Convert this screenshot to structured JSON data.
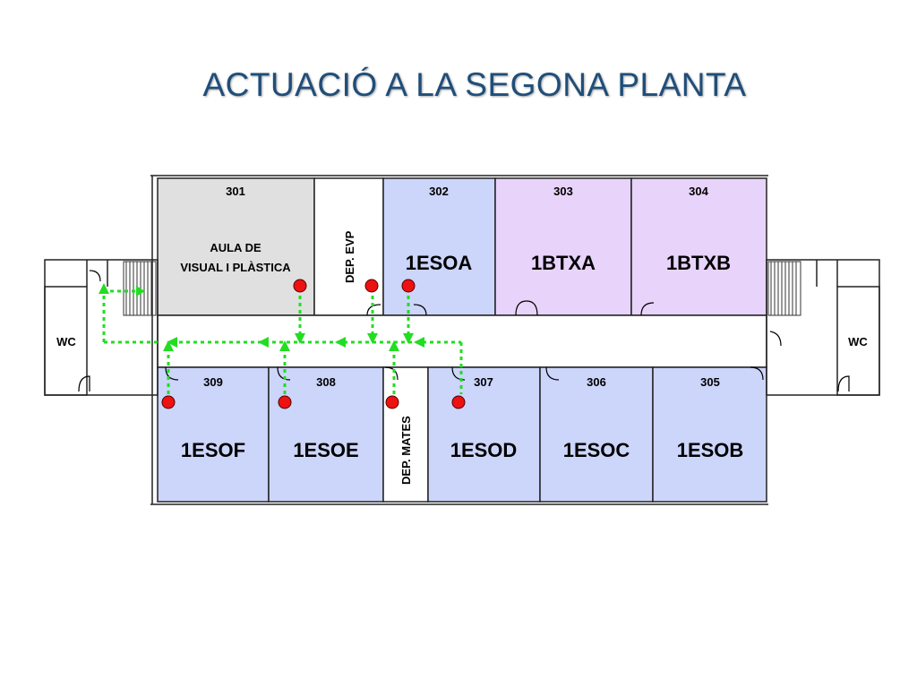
{
  "title": "ACTUACIÓ A LA SEGONA PLANTA",
  "colors": {
    "title": "#1F4E79",
    "grey_room": "#E0E0E0",
    "blue_room": "#CCD5FA",
    "purple_room": "#E8D3FA",
    "route": "#22DD22",
    "marker": "#EE1111"
  },
  "rooms_top": [
    {
      "number": "301",
      "label_line1": "AULA DE",
      "label_line2": "VISUAL I PLÀSTICA"
    },
    {
      "number": "302",
      "label": "1ESOA"
    },
    {
      "number": "303",
      "label": "1BTXA"
    },
    {
      "number": "304",
      "label": "1BTXB"
    }
  ],
  "rooms_bottom": [
    {
      "number": "309",
      "label": "1ESOF"
    },
    {
      "number": "308",
      "label": "1ESOE"
    },
    {
      "number": "307",
      "label": "1ESOD"
    },
    {
      "number": "306",
      "label": "1ESOC"
    },
    {
      "number": "305",
      "label": "1ESOB"
    }
  ],
  "departments": {
    "evp": "DEP. EVP",
    "mates": "DEP. MATES"
  },
  "wc": {
    "left": "WC",
    "right": "WC"
  },
  "icons": {
    "exit_route": "dashed-arrow-icon",
    "class_marker": "red-dot-icon"
  }
}
